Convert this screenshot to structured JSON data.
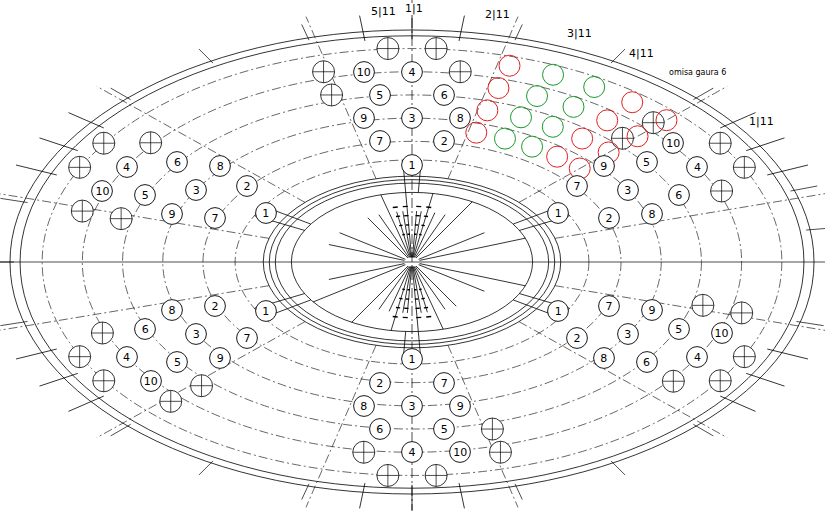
{
  "diagram": {
    "nodes": [
      {
        "text": [
          "1"
        ]
      },
      {
        "text": [
          "2"
        ]
      },
      {
        "text": [
          "7"
        ]
      },
      {
        "text": [
          "8"
        ]
      },
      {
        "text": [
          "3"
        ]
      },
      {
        "text": [
          "9"
        ]
      },
      {
        "text": [
          "6"
        ]
      },
      {
        "text": [
          "5"
        ]
      },
      {
        "text": [
          "4"
        ]
      },
      {
        "text": [
          "10"
        ]
      },
      {
        "text": [
          "1"
        ]
      },
      {
        "text": [
          "2"
        ]
      },
      {
        "text": [
          "7"
        ]
      },
      {
        "text": [
          "8"
        ]
      },
      {
        "text": [
          "3"
        ]
      },
      {
        "text": [
          "9"
        ]
      },
      {
        "text": [
          "6"
        ]
      },
      {
        "text": [
          "5"
        ]
      },
      {
        "text": [
          "4"
        ]
      },
      {
        "text": [
          "10"
        ]
      },
      {
        "text": [
          "1"
        ]
      },
      {
        "text": [
          "2"
        ]
      },
      {
        "text": [
          "7"
        ]
      },
      {
        "text": [
          "8"
        ]
      },
      {
        "text": [
          "3"
        ]
      },
      {
        "text": [
          "9"
        ]
      },
      {
        "text": [
          "6"
        ]
      },
      {
        "text": [
          "5"
        ]
      },
      {
        "text": [
          "4"
        ]
      },
      {
        "text": [
          "10"
        ]
      },
      {
        "text": [
          "1"
        ]
      },
      {
        "text": [
          "2"
        ]
      },
      {
        "text": [
          "7"
        ]
      },
      {
        "text": [
          "8"
        ]
      },
      {
        "text": [
          "3"
        ]
      },
      {
        "text": [
          "9"
        ]
      },
      {
        "text": [
          "6"
        ]
      },
      {
        "text": [
          "5"
        ]
      },
      {
        "text": [
          "4"
        ]
      },
      {
        "text": [
          "10"
        ]
      },
      {
        "text": [
          "1"
        ]
      },
      {
        "text": [
          "2"
        ]
      },
      {
        "text": [
          "7"
        ]
      },
      {
        "text": [
          "8"
        ]
      },
      {
        "text": [
          "3"
        ]
      },
      {
        "text": [
          "9"
        ]
      },
      {
        "text": [
          "6"
        ]
      },
      {
        "text": [
          "5"
        ]
      },
      {
        "text": [
          "4"
        ]
      },
      {
        "text": [
          "10"
        ]
      },
      {
        "text": [
          "1"
        ]
      },
      {
        "text": [
          "2"
        ]
      },
      {
        "text": [
          "7"
        ]
      },
      {
        "text": [
          "8"
        ]
      },
      {
        "text": [
          "3"
        ]
      },
      {
        "text": [
          "9"
        ]
      },
      {
        "text": [
          "6"
        ]
      },
      {
        "text": [
          "5"
        ]
      },
      {
        "text": [
          "4"
        ]
      },
      {
        "text": [
          "10"
        ]
      }
    ],
    "labels": [
      "5|11",
      "1|1",
      "2|11",
      "3|11",
      "4|11",
      "omisa gaura 6",
      "1|11"
    ]
  }
}
